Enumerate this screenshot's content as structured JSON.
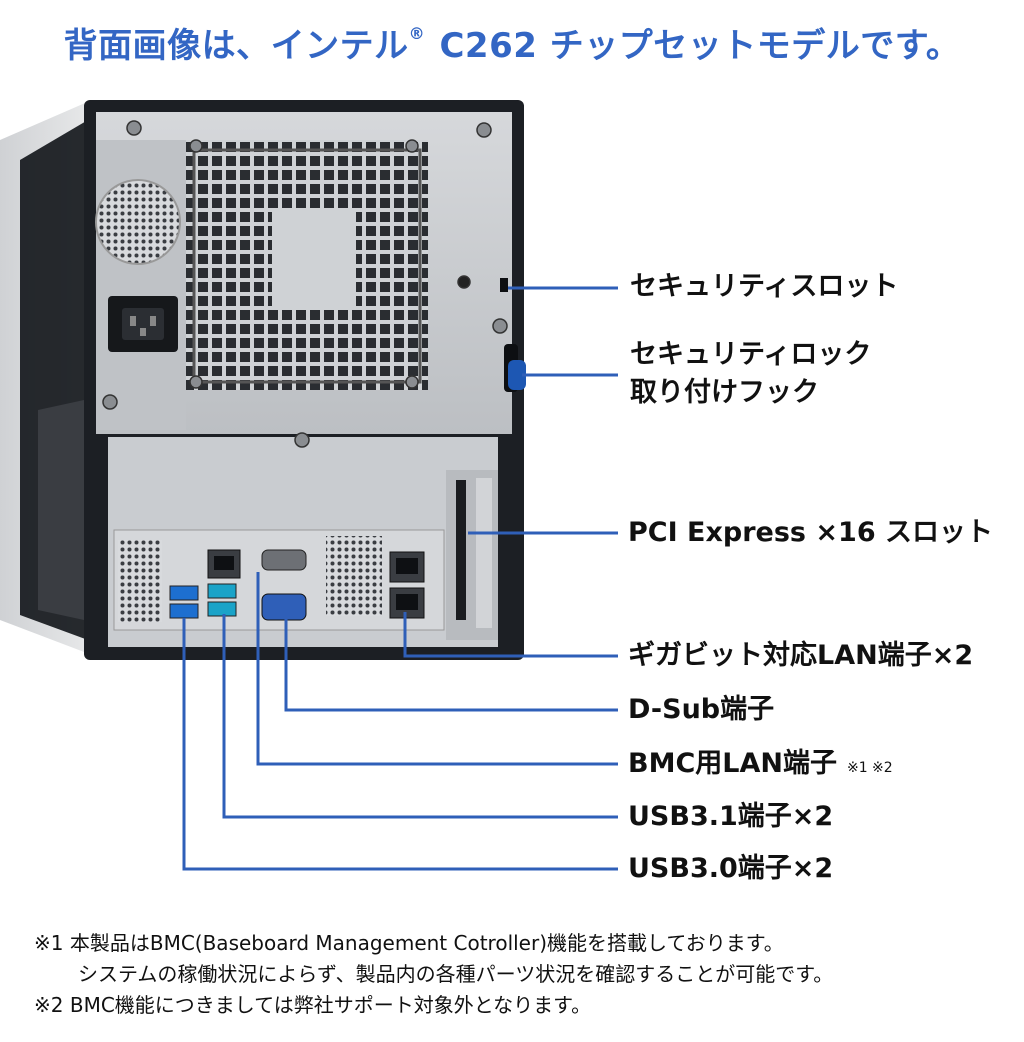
{
  "title": {
    "prefix": "背面画像は、インテル",
    "registered": "®",
    "suffix": " C262 チップセットモデルです。"
  },
  "callouts": [
    {
      "id": "security-slot",
      "label": "セキュリティスロット"
    },
    {
      "id": "security-lock-hook",
      "label": "セキュリティロック",
      "label_line2": "取り付けフック"
    },
    {
      "id": "pcie-slot",
      "label": "PCI Express ×16 スロット"
    },
    {
      "id": "gigabit-lan",
      "label": "ギガビット対応LAN端子×2"
    },
    {
      "id": "dsub",
      "label": "D-Sub端子"
    },
    {
      "id": "bmc-lan",
      "label": "BMC用LAN端子",
      "note": "※1 ※2"
    },
    {
      "id": "usb31",
      "label": "USB3.1端子×2"
    },
    {
      "id": "usb30",
      "label": "USB3.0端子×2"
    }
  ],
  "footnotes": [
    {
      "mark": "※1",
      "text": "本製品はBMC(Baseboard Management Cotroller)機能を搭載しております。"
    },
    {
      "mark": "",
      "text": "システムの稼働状況によらず、製品内の各種パーツ状況を確認することが可能です。"
    },
    {
      "mark": "※2",
      "text": "BMC機能につきましては弊社サポート対象外となります。"
    }
  ],
  "colors": {
    "title": "#3366c4",
    "leader_line": "#2f5fb8",
    "chassis_dark": "#1c1f24",
    "panel_grey": "#c9ccd0"
  }
}
